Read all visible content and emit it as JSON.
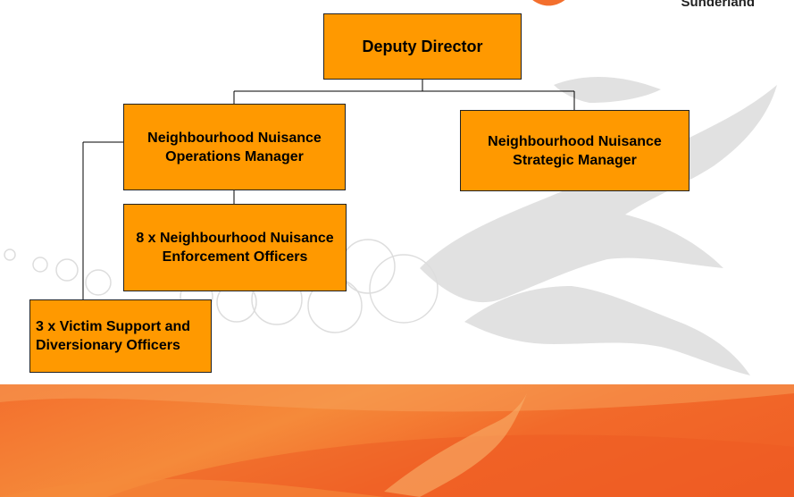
{
  "header": {
    "logo_text": "Sunderland"
  },
  "org_chart": {
    "root": "Deputy Director",
    "ops_manager": "Neighbourhood Nuisance Operations Manager",
    "strategic_manager": "Neighbourhood Nuisance  Strategic Manager",
    "enforcement_officers": "8 x Neighbourhood Nuisance Enforcement Officers",
    "victim_support": "3 x Victim Support and Diversionary Officers"
  },
  "colors": {
    "node_fill": "#ff9900",
    "band": "#f36f2d",
    "watermark": "#d9d9d9"
  }
}
